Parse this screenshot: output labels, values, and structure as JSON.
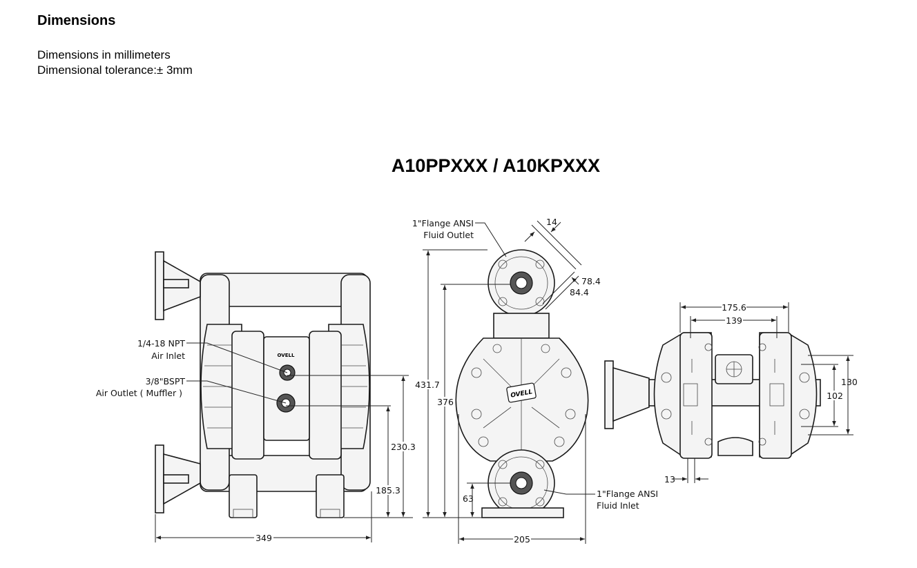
{
  "header": {
    "title": "Dimensions",
    "note_units": "Dimensions in millimeters",
    "note_tolerance": "Dimensional tolerance:± 3mm"
  },
  "model": "A10PPXXX / A10KPXXX",
  "callouts": {
    "outlet_line1": "1\"Flange ANSI",
    "outlet_line2": "Fluid Outlet",
    "inlet_line1": "1\"Flange ANSI",
    "inlet_line2": "Fluid Inlet",
    "air_inlet_line1": "1/4-18 NPT",
    "air_inlet_line2": "Air Inlet",
    "air_outlet_line1": "3/8\"BSPT",
    "air_outlet_line2": "Air Outlet ( Muffler )"
  },
  "dimensions": {
    "width_front": "349",
    "height_air_outlet": "230.3",
    "height_air_inlet": "185.3",
    "overall_height": "431.7",
    "flange_center_height": "376",
    "inlet_height": "63",
    "base_width": "205",
    "flange_thickness": "14",
    "bolt_circle_inner": "78.4",
    "bolt_circle_outer": "84.4",
    "mount_span_outer": "175.6",
    "mount_span_inner": "139",
    "mount_height_outer": "130",
    "mount_height_inner": "102",
    "slot_width": "13"
  },
  "brand_mark": "OVELL"
}
